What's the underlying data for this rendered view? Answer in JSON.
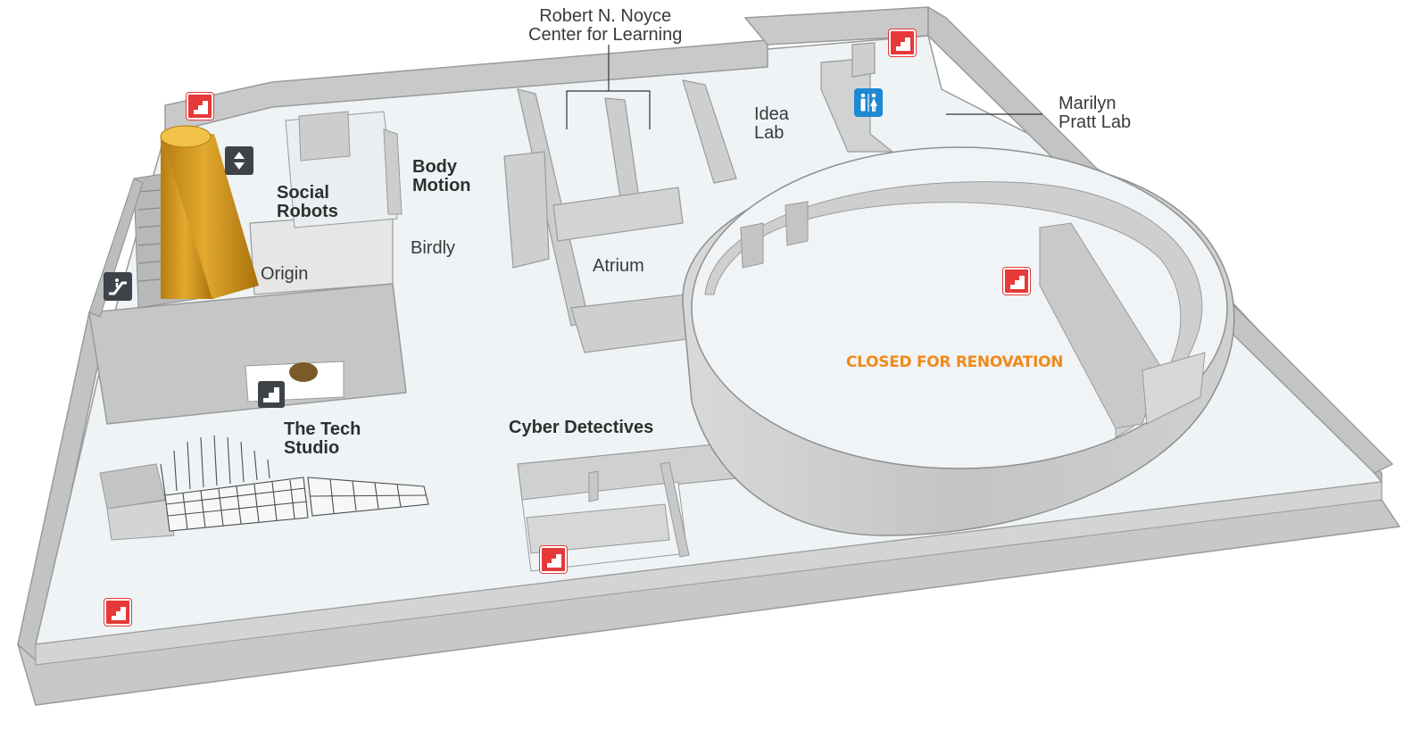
{
  "labels": {
    "noyce_line1": "Robert N. Noyce",
    "noyce_line2": "Center for Learning",
    "marilyn_line1": "Marilyn",
    "marilyn_line2": "Pratt Lab",
    "idea_line1": "Idea",
    "idea_line2": "Lab",
    "social_line1": "Social",
    "social_line2": "Robots",
    "body_line1": "Body",
    "body_line2": "Motion",
    "birdly": "Birdly",
    "origin": "Origin",
    "atrium": "Atrium",
    "tech_line1": "The Tech",
    "tech_line2": "Studio",
    "cyber": "Cyber Detectives",
    "closed": "CLOSED FOR RENOVATION"
  },
  "icons": {
    "stairs": "stairs-icon",
    "elevator": "elevator-icon",
    "escalator": "escalator-icon",
    "restroom": "restroom-icon"
  },
  "colors": {
    "floor": "#eef3f6",
    "wall": "#c9c9c9",
    "stairs": "#e5393a",
    "restroom": "#1e88d3",
    "closed_text": "#f08a1c",
    "pillar": "#d9a028"
  }
}
